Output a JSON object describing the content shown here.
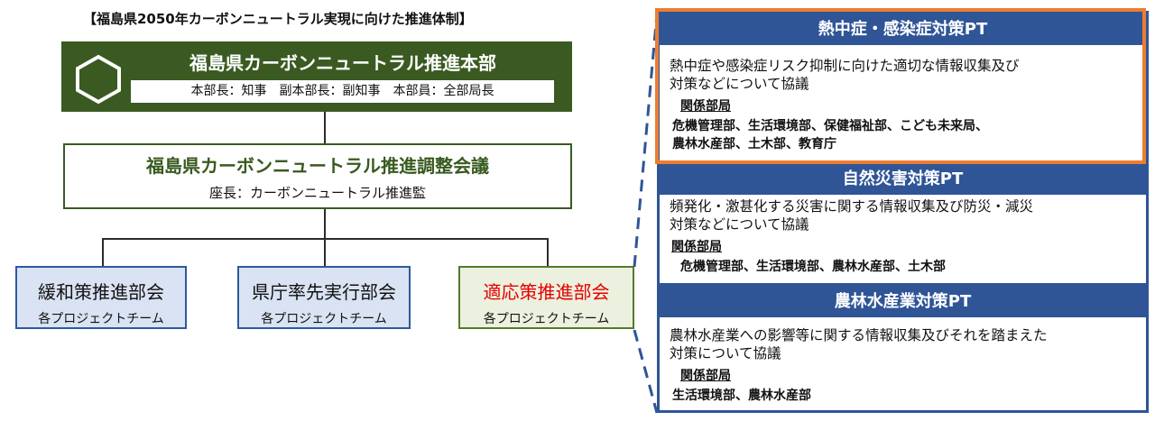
{
  "title": "【福島県2050年カーボンニュートラル実現に向けた推進体制】",
  "hq": {
    "name": "福島県カーボンニュートラル推進本部",
    "members": "本部長：知事　副本部長：副知事　本部員：全部局長"
  },
  "council": {
    "name": "福島県カーボンニュートラル推進調整会議",
    "chair": "座長：カーボンニュートラル推進監"
  },
  "subcommittees": [
    {
      "name": "緩和策推進部会",
      "team": "各プロジェクトチーム"
    },
    {
      "name": "県庁率先実行部会",
      "team": "各プロジェクトチーム"
    },
    {
      "name": "適応策推進部会",
      "team": "各プロジェクトチーム"
    }
  ],
  "related_label": "関係部局",
  "pts": [
    {
      "header": "熱中症・感染症対策PT",
      "desc": [
        "熱中症や感染症リスク抑制に向けた適切な情報収集及び",
        "対策などについて協議"
      ],
      "depts": [
        "危機管理部、生活環境部、保健福祉部、こども未来局、",
        "農林水産部、土木部、教育庁"
      ]
    },
    {
      "header": "自然災害対策PT",
      "desc": [
        "頻発化・激甚化する災害に関する情報収集及び防災・減災",
        "対策などについて協議"
      ],
      "depts": [
        "危機管理部、生活環境部、農林水産部、土木部"
      ]
    },
    {
      "header": "農林水産業対策PT",
      "desc": [
        "農林水産業への影響等に関する情報収集及びそれを踏まえた",
        "対策について協議"
      ],
      "depts": [
        "生活環境部、農林水産部"
      ]
    }
  ],
  "colors": {
    "hq_green": "#3a5a22",
    "pt_blue": "#2f5597",
    "highlight_orange": "#ed7d31",
    "adaptation_red": "#e60000"
  }
}
